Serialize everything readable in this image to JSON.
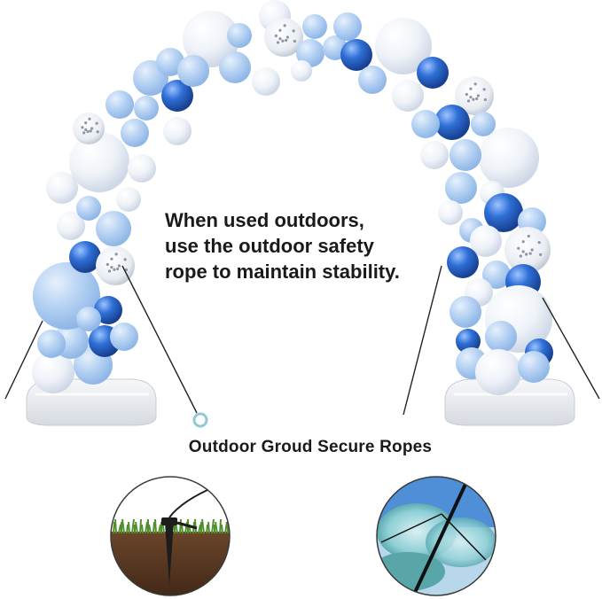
{
  "main_caption": {
    "line1": "When used outdoors,",
    "line2": "use the outdoor safety",
    "line3": "rope to maintain stability."
  },
  "sub_caption": "Outdoor Groud Secure Ropes",
  "colors": {
    "light_blue": "#a9c9ef",
    "metallic_blue": "#2f6fd6",
    "white": "#f4f6fa",
    "confetti": "#c9ced8",
    "soil": "#5b3a22",
    "grass": "#4f8f2c",
    "stake": "#1d1d1d"
  },
  "icons": [
    "balloon-arch",
    "water-weight-base",
    "ground-stake",
    "rope-ring"
  ]
}
